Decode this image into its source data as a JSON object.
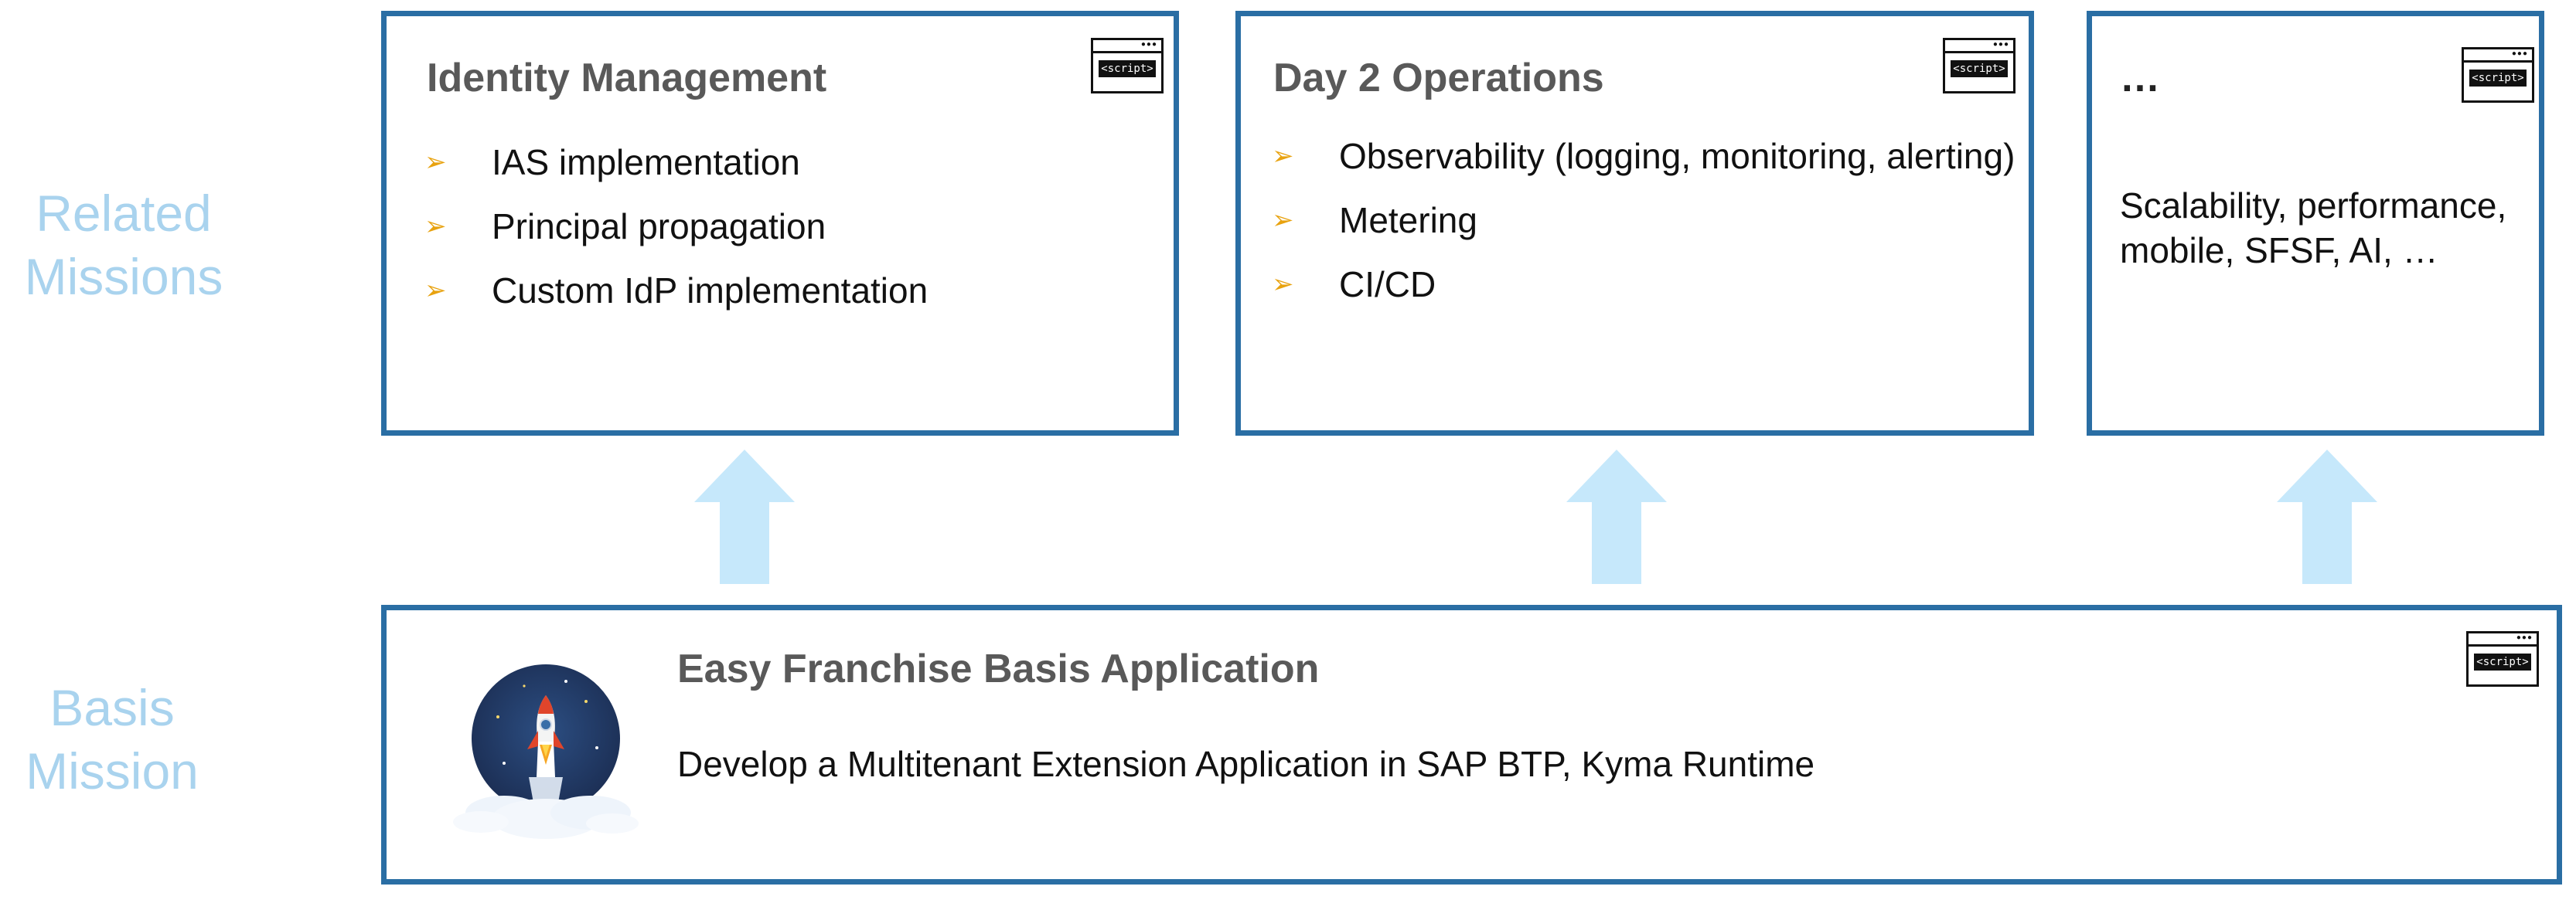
{
  "side_labels": {
    "related": [
      "Related",
      "Missions"
    ],
    "basis": [
      "Basis",
      "Mission"
    ]
  },
  "related_missions": [
    {
      "title": "Identity Management",
      "items": [
        "IAS implementation",
        "Principal propagation",
        "Custom IdP implementation"
      ]
    },
    {
      "title": "Day 2 Operations",
      "items": [
        "Observability (logging, monitoring, alerting)",
        "Metering",
        "CI/CD"
      ]
    },
    {
      "title": "…",
      "text_lines": [
        "Scalability, performance,",
        "mobile, SFSF, AI, …"
      ]
    }
  ],
  "basis_mission": {
    "title": "Easy Franchise Basis Application",
    "description": "Develop a Multitenant Extension Application in SAP BTP, Kyma Runtime"
  },
  "bullet_symbol": "➢",
  "script_icon_text": "<script>",
  "colors": {
    "box_border": "#2a6ea4",
    "side_label": "#a9d3ee",
    "arrow": "#c6e8fb",
    "bullet": "#e8a20f",
    "title": "#595959"
  }
}
